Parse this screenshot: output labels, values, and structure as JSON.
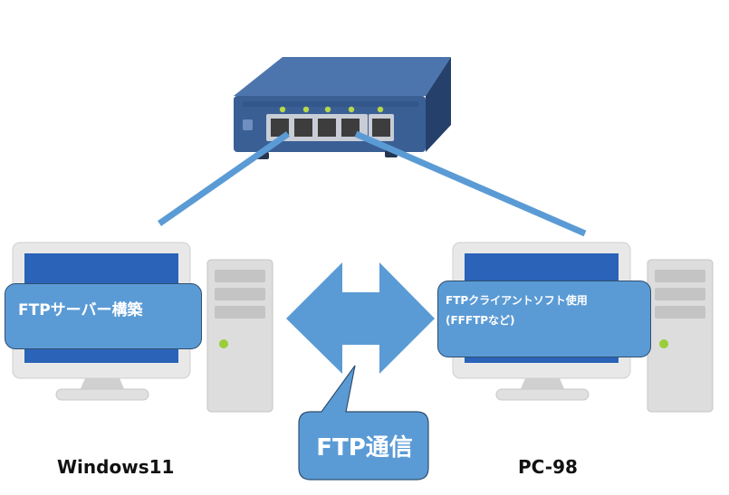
{
  "hub": {
    "icon": "network-switch-icon",
    "port_count": 5
  },
  "computers": {
    "left": {
      "icon": "desktop-computer-icon",
      "label": "Windows11",
      "callout": "FTPサーバー構築"
    },
    "right": {
      "icon": "desktop-computer-icon",
      "label": "PC-98",
      "callout_line1": "FTPクライアントソフト使用",
      "callout_line2": "(FFFTPなど)"
    }
  },
  "transfer": {
    "icon": "double-arrow-icon",
    "label": "FTP通信"
  },
  "colors": {
    "accent": "#5b9bd5",
    "hub_body": "#3a5f95",
    "hub_dark": "#2a4470",
    "led": "#b6d84a",
    "screen": "#2a63b8",
    "bezel": "#e6e6e6",
    "tower": "#d9d9d9",
    "power_led": "#9acd3a"
  }
}
